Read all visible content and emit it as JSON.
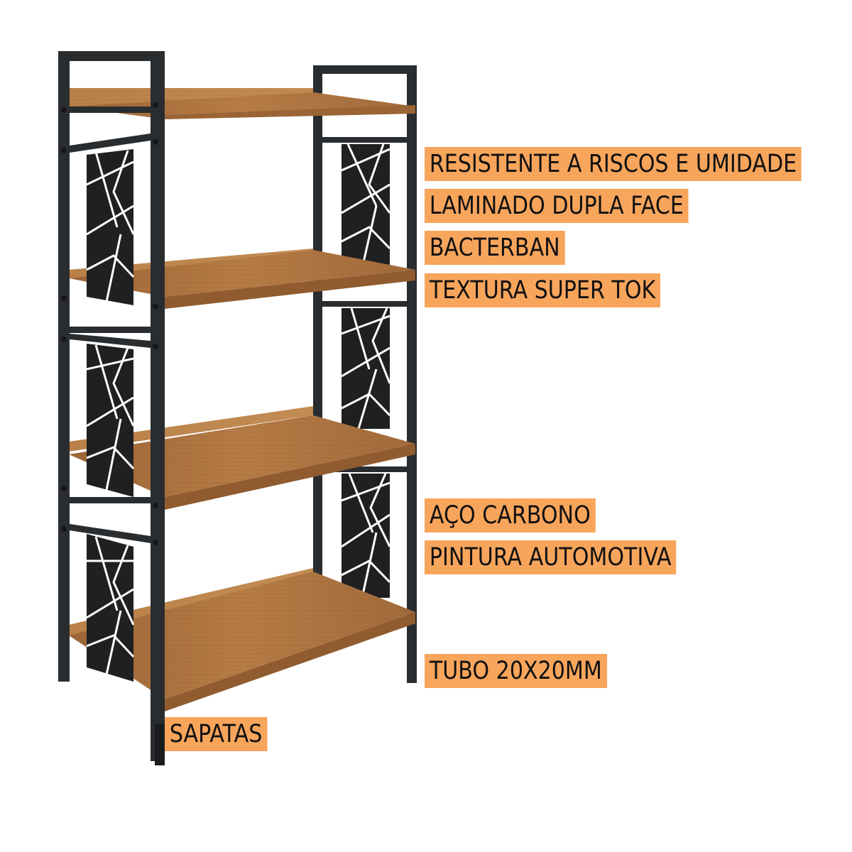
{
  "product_features": {
    "wood": [
      "RESISTENTE A RISCOS E UMIDADE",
      "LAMINADO DUPLA FACE",
      "BACTERBAN",
      "TEXTURA SUPER TOK"
    ],
    "frame": [
      "AÇO CARBONO",
      "PINTURA AUTOMOTIVA"
    ],
    "tube": "TUBO 20X20MM",
    "feet": "SAPATAS"
  },
  "colors": {
    "label_background": "#f8a55c",
    "label_text": "#111111",
    "frame": "#2a2d30",
    "wood": "#a9713f",
    "wood_light": "#c08a55",
    "wood_dark": "#8a5a2e"
  }
}
